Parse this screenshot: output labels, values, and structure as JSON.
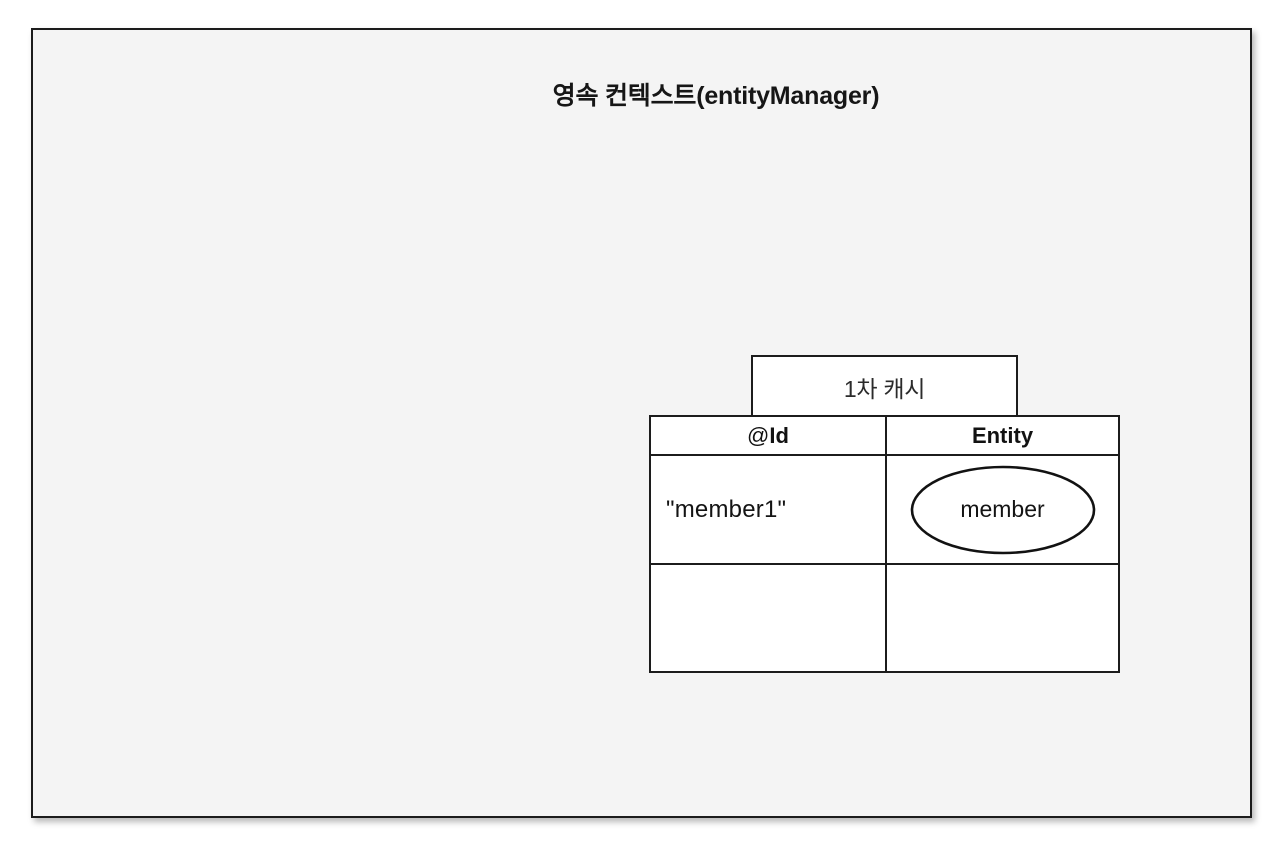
{
  "slide": {
    "title": "영속 컨텍스트(entityManager)",
    "background_color": "#f4f4f4",
    "border_color": "#1c1c1c"
  },
  "diagram": {
    "cache_label": "1차 캐시",
    "table": {
      "headers": {
        "id_prefix": "@",
        "id_label": "Id",
        "entity_label": "Entity"
      },
      "rows": [
        {
          "id": "\"member1\"",
          "entity": "member"
        },
        {
          "id": "",
          "entity": ""
        }
      ]
    },
    "entity_shape": "ellipse"
  }
}
